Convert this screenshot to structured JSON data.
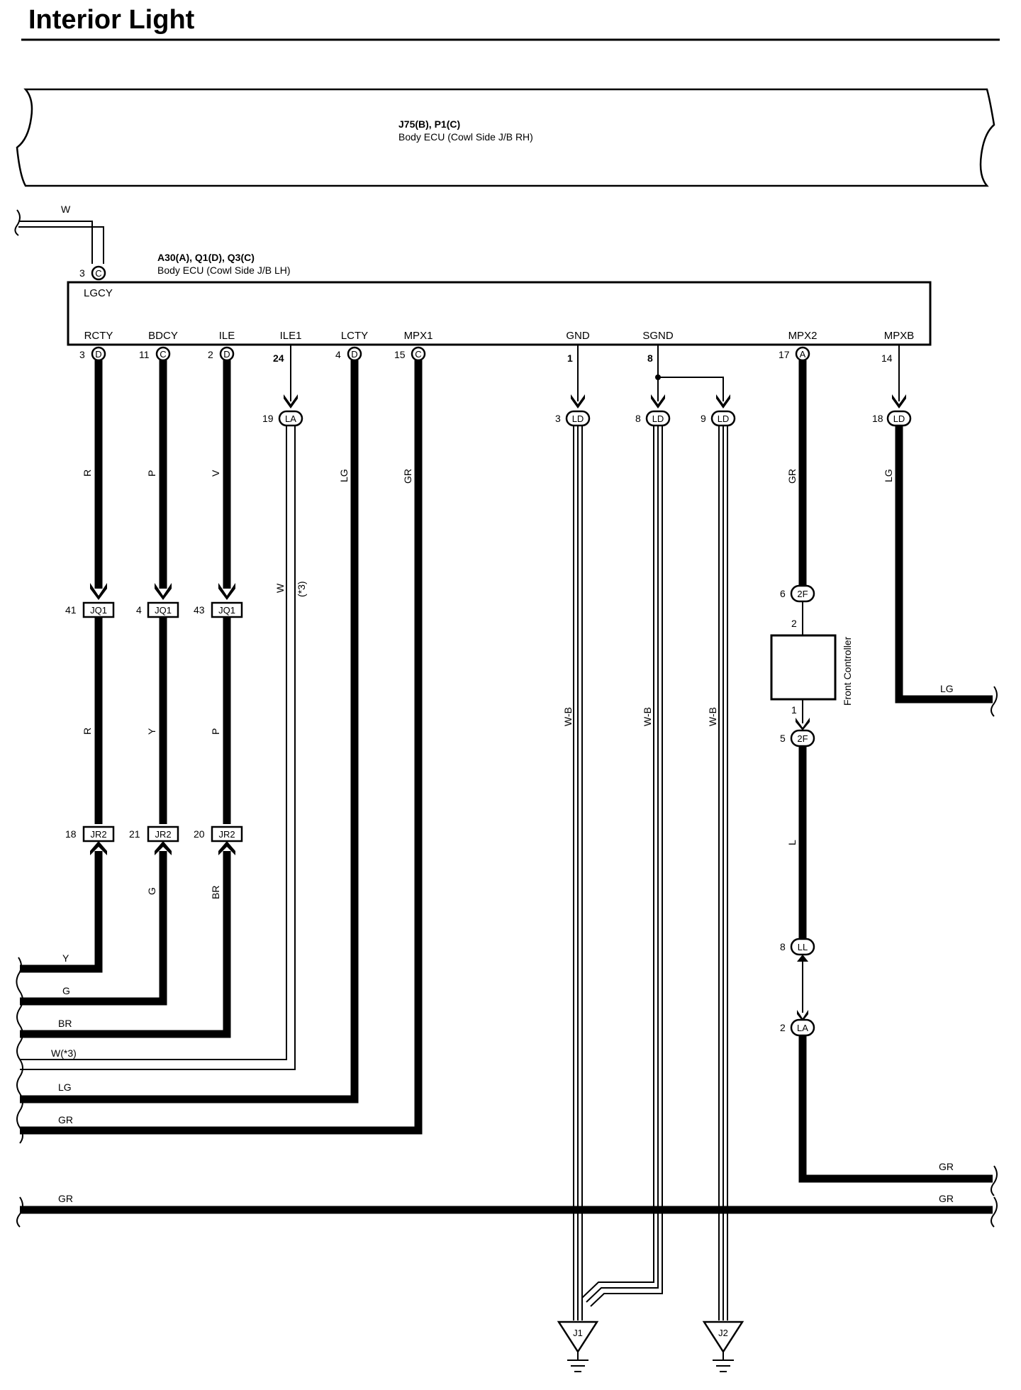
{
  "title": "Interior Light",
  "top_ecu": {
    "code": "J75(B), P1(C)",
    "name": "Body ECU (Cowl Side J/B RH)"
  },
  "main_ecu": {
    "code": "A30(A), Q1(D), Q3(C)",
    "name": "Body ECU (Cowl Side J/B LH)"
  },
  "lgcy": {
    "pin": "LGCY",
    "num": "3",
    "conn": "C",
    "wire": "W"
  },
  "pins": {
    "rcty": {
      "name": "RCTY",
      "num": "3",
      "conn": "D"
    },
    "bdcy": {
      "name": "BDCY",
      "num": "11",
      "conn": "C"
    },
    "ile": {
      "name": "ILE",
      "num": "2",
      "conn": "D"
    },
    "ile1": {
      "name": "ILE1",
      "num": "24"
    },
    "lcty": {
      "name": "LCTY",
      "num": "4",
      "conn": "D"
    },
    "mpx1": {
      "name": "MPX1",
      "num": "15",
      "conn": "C"
    },
    "gnd": {
      "name": "GND",
      "num": "1"
    },
    "sgnd": {
      "name": "SGND",
      "num": "8"
    },
    "mpx2": {
      "name": "MPX2",
      "num": "17",
      "conn": "A"
    },
    "mpxb": {
      "name": "MPXB",
      "num": "14"
    }
  },
  "connectors": {
    "la19": {
      "num": "19",
      "conn": "LA"
    },
    "ld3": {
      "num": "3",
      "conn": "LD"
    },
    "ld8": {
      "num": "8",
      "conn": "LD"
    },
    "ld9": {
      "num": "9",
      "conn": "LD"
    },
    "ld18": {
      "num": "18",
      "conn": "LD"
    },
    "jq1_41": {
      "num": "41",
      "conn": "JQ1"
    },
    "jq1_4": {
      "num": "4",
      "conn": "JQ1"
    },
    "jq1_43": {
      "num": "43",
      "conn": "JQ1"
    },
    "jr2_18": {
      "num": "18",
      "conn": "JR2"
    },
    "jr2_21": {
      "num": "21",
      "conn": "JR2"
    },
    "jr2_20": {
      "num": "20",
      "conn": "JR2"
    },
    "f2_6": {
      "num": "6",
      "conn": "2F"
    },
    "f2_5": {
      "num": "5",
      "conn": "2F"
    },
    "ll8": {
      "num": "8",
      "conn": "LL"
    },
    "la2": {
      "num": "2",
      "conn": "LA"
    }
  },
  "front_controller": {
    "name": "Front Controller",
    "pin_top": "2",
    "pin_bottom": "1"
  },
  "wire_labels": {
    "rcty_upper": "R",
    "bdcy_upper": "P",
    "ile_upper": "V",
    "rcty_mid": "R",
    "bdcy_mid": "Y",
    "ile_mid": "P",
    "bdcy_lower": "G",
    "ile_lower": "BR",
    "ile1": "W",
    "ile1_note": "(*3)",
    "lcty": "LG",
    "mpx1": "GR",
    "gnd": "W-B",
    "sgnd": "W-B",
    "sgnd2": "W-B",
    "mpx2": "GR",
    "mpxb": "LG",
    "fc_lower": "L"
  },
  "bus_labels": {
    "y": "Y",
    "g": "G",
    "br": "BR",
    "w3": "W(*3)",
    "lg": "LG",
    "gr": "GR",
    "gr_bus": "GR",
    "gr_bus_right": "GR",
    "gr_right": "GR",
    "lg_right": "LG"
  },
  "grounds": {
    "j1": "J1",
    "j2": "J2"
  }
}
